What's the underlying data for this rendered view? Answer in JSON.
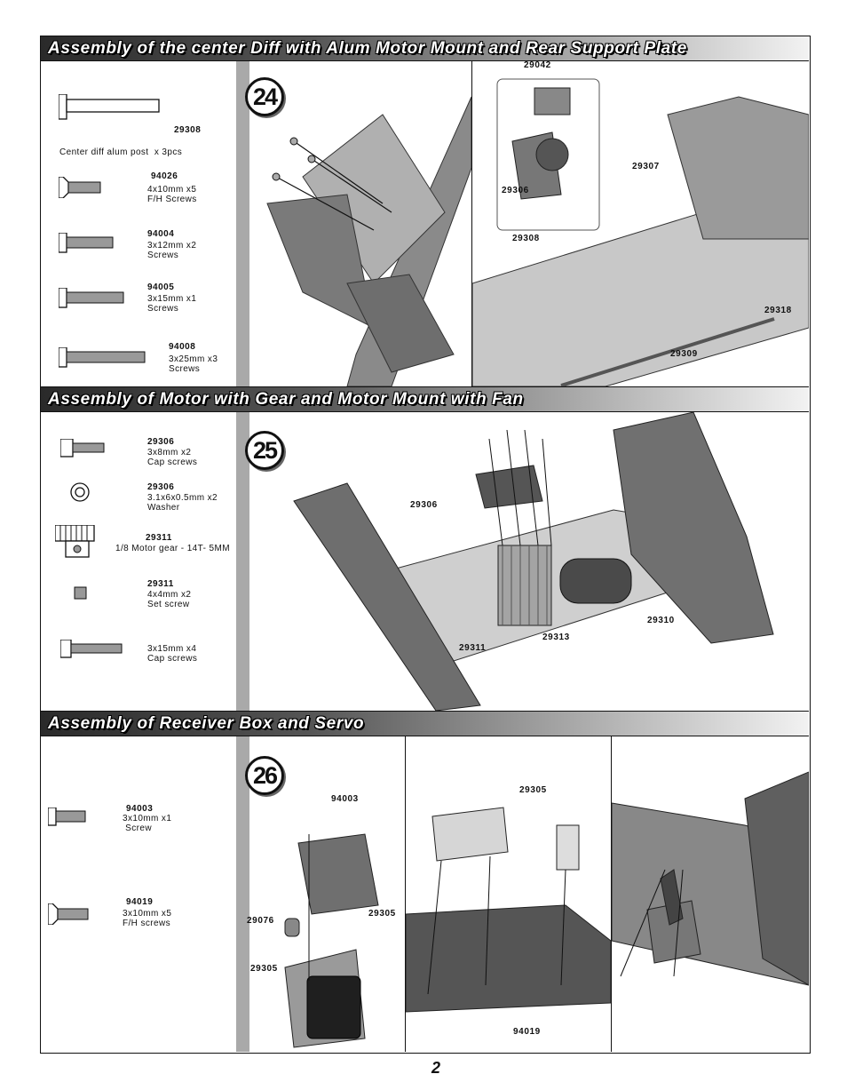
{
  "page_number": "2",
  "sections": [
    {
      "title": "Assembly of the center Diff with Alum Motor Mount and Rear Support  Plate",
      "step": "24",
      "parts": [
        {
          "num": "29308",
          "desc": "Center diff alum post  x 3pcs"
        },
        {
          "num": "94026",
          "desc": "4x10mm x5\nF/H Screws"
        },
        {
          "num": "94004",
          "desc": "3x12mm x2\nScrews"
        },
        {
          "num": "94005",
          "desc": "3x15mm x1\nScrews"
        },
        {
          "num": "94008",
          "desc": "3x25mm x3\nScrews"
        }
      ],
      "callouts": [
        "29042",
        "29306",
        "29308",
        "29307",
        "29318",
        "29309"
      ]
    },
    {
      "title": "Assembly of Motor with Gear and Motor Mount with Fan",
      "step": "25",
      "parts": [
        {
          "num": "29306",
          "desc": "3x8mm x2\nCap screws"
        },
        {
          "num": "29306",
          "desc": "3.1x6x0.5mm x2\nWasher"
        },
        {
          "num": "29311",
          "desc": "1/8 Motor gear - 14T- 5MM"
        },
        {
          "num": "29311",
          "desc": "4x4mm x2\nSet screw"
        },
        {
          "num": "",
          "desc": "3x15mm x4\nCap screws"
        }
      ],
      "callouts": [
        "29306",
        "29310",
        "29313",
        "29311"
      ]
    },
    {
      "title": "Assembly of Receiver Box and Servo",
      "step": "26",
      "parts": [
        {
          "num": "94003",
          "desc": "3x10mm x1\n Screw"
        },
        {
          "num": "94019",
          "desc": "3x10mm x5\nF/H screws"
        }
      ],
      "callouts": [
        "94003",
        "29076",
        "29305",
        "29305",
        "29305",
        "94019"
      ]
    }
  ]
}
